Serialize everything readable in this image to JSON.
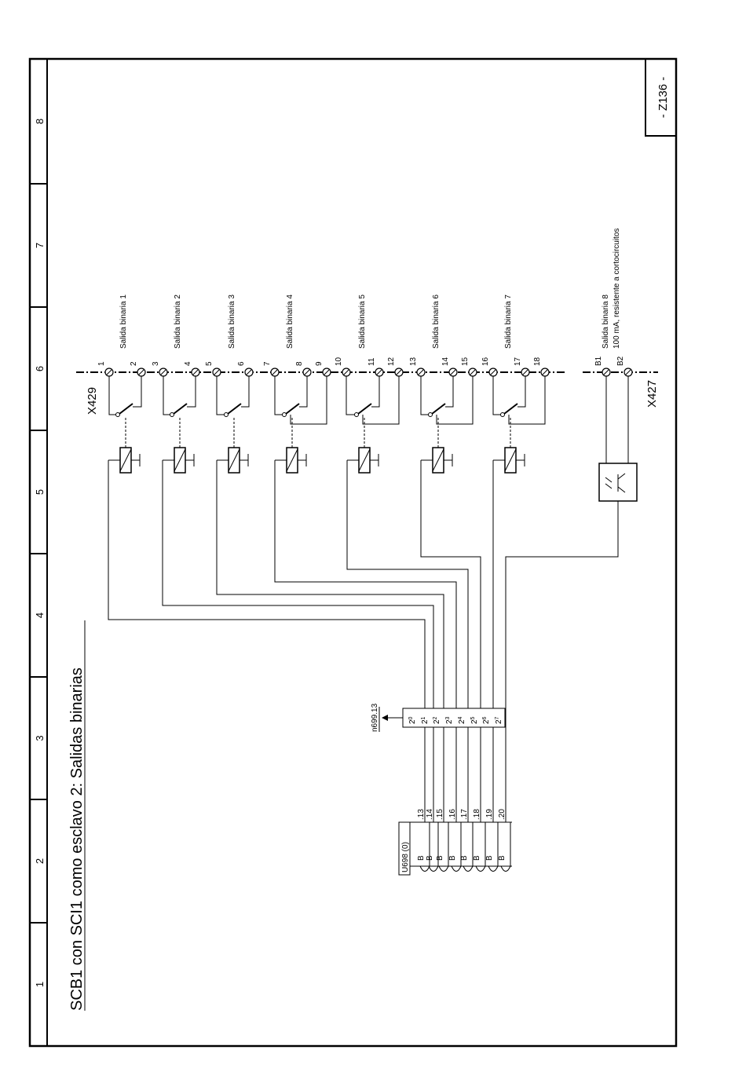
{
  "page": {
    "title": "SCB1 con SCI1 como esclavo 2: Salidas binarias",
    "page_number": "- Z136 -",
    "columns": [
      "1",
      "2",
      "3",
      "4",
      "5",
      "6",
      "7",
      "8"
    ]
  },
  "connectors": {
    "main": "X429",
    "secondary": "X427"
  },
  "outputs": [
    {
      "label": "Salida binaria 1",
      "terminals": [
        "1",
        "2"
      ]
    },
    {
      "label": "Salida binaria 2",
      "terminals": [
        "3",
        "4"
      ]
    },
    {
      "label": "Salida binaria 3",
      "terminals": [
        "5",
        "6"
      ]
    },
    {
      "label": "Salida binaria 4",
      "terminals": [
        "7",
        "8",
        "9"
      ]
    },
    {
      "label": "Salida binaria 5",
      "terminals": [
        "10",
        "11",
        "12"
      ]
    },
    {
      "label": "Salida binaria 6",
      "terminals": [
        "13",
        "14",
        "15"
      ]
    },
    {
      "label": "Salida binaria 7",
      "terminals": [
        "16",
        "17",
        "18"
      ]
    }
  ],
  "output8": {
    "label": "Salida binaria 8",
    "note": "100 mA, resistente a cortocircuitos",
    "terminals": [
      "B1",
      "B2"
    ]
  },
  "parameter_block": {
    "name": "U698 (0)",
    "indices": [
      ".13",
      ".14",
      ".15",
      ".16",
      ".17",
      ".18",
      ".19",
      ".20"
    ],
    "type_letter": "B"
  },
  "binary_block": {
    "bits": [
      {
        "base": "2",
        "exp": "0"
      },
      {
        "base": "2",
        "exp": "1"
      },
      {
        "base": "2",
        "exp": "2"
      },
      {
        "base": "2",
        "exp": "3"
      },
      {
        "base": "2",
        "exp": "4"
      },
      {
        "base": "2",
        "exp": "5"
      },
      {
        "base": "2",
        "exp": "6"
      },
      {
        "base": "2",
        "exp": "7"
      }
    ],
    "output_param": "n699.13"
  }
}
